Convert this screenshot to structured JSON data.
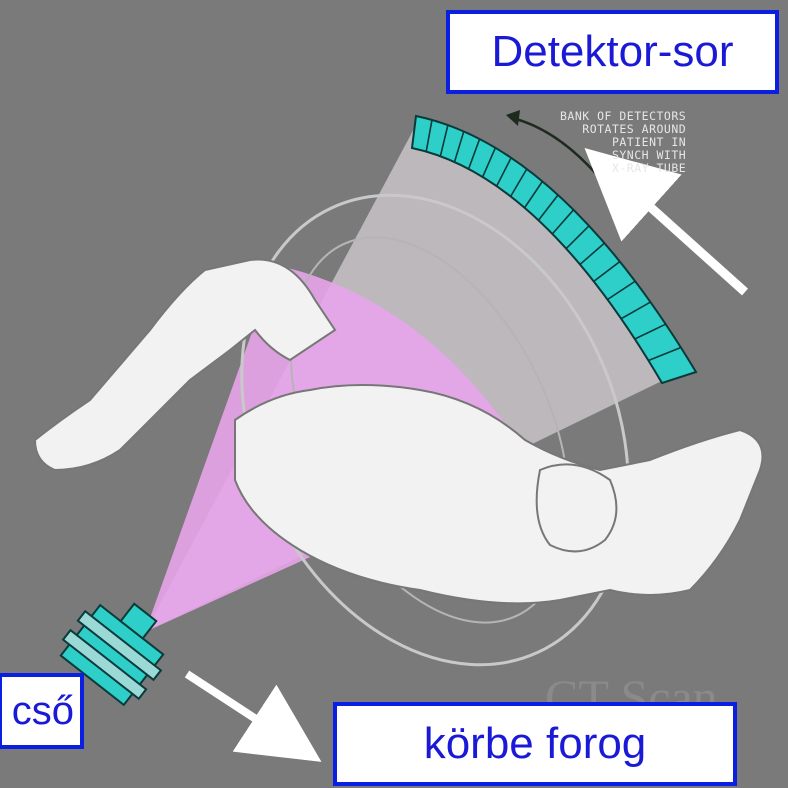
{
  "labels": {
    "detector_row": "Detektor-sor",
    "tube_partial": "cső",
    "rotates": "körbe forog"
  },
  "caption_lines": [
    "BANK OF DETECTORS",
    "ROTATES AROUND",
    "PATIENT IN",
    "SYNCH WITH",
    "X-RAY TUBE"
  ],
  "watermark_text": "CT Scan",
  "colors": {
    "background": "#7a7a7a",
    "label_border": "#0b1fe0",
    "label_text": "#1a1ad6",
    "detector": "#2ecfc9",
    "beam_outer": "#c8c3c8",
    "beam_inner": "#e7a4ea",
    "arrow": "#ffffff"
  },
  "icons": {
    "detector_bank": "detector-array-icon",
    "xray_tube": "xray-tube-icon",
    "patient": "patient-figure-icon"
  }
}
